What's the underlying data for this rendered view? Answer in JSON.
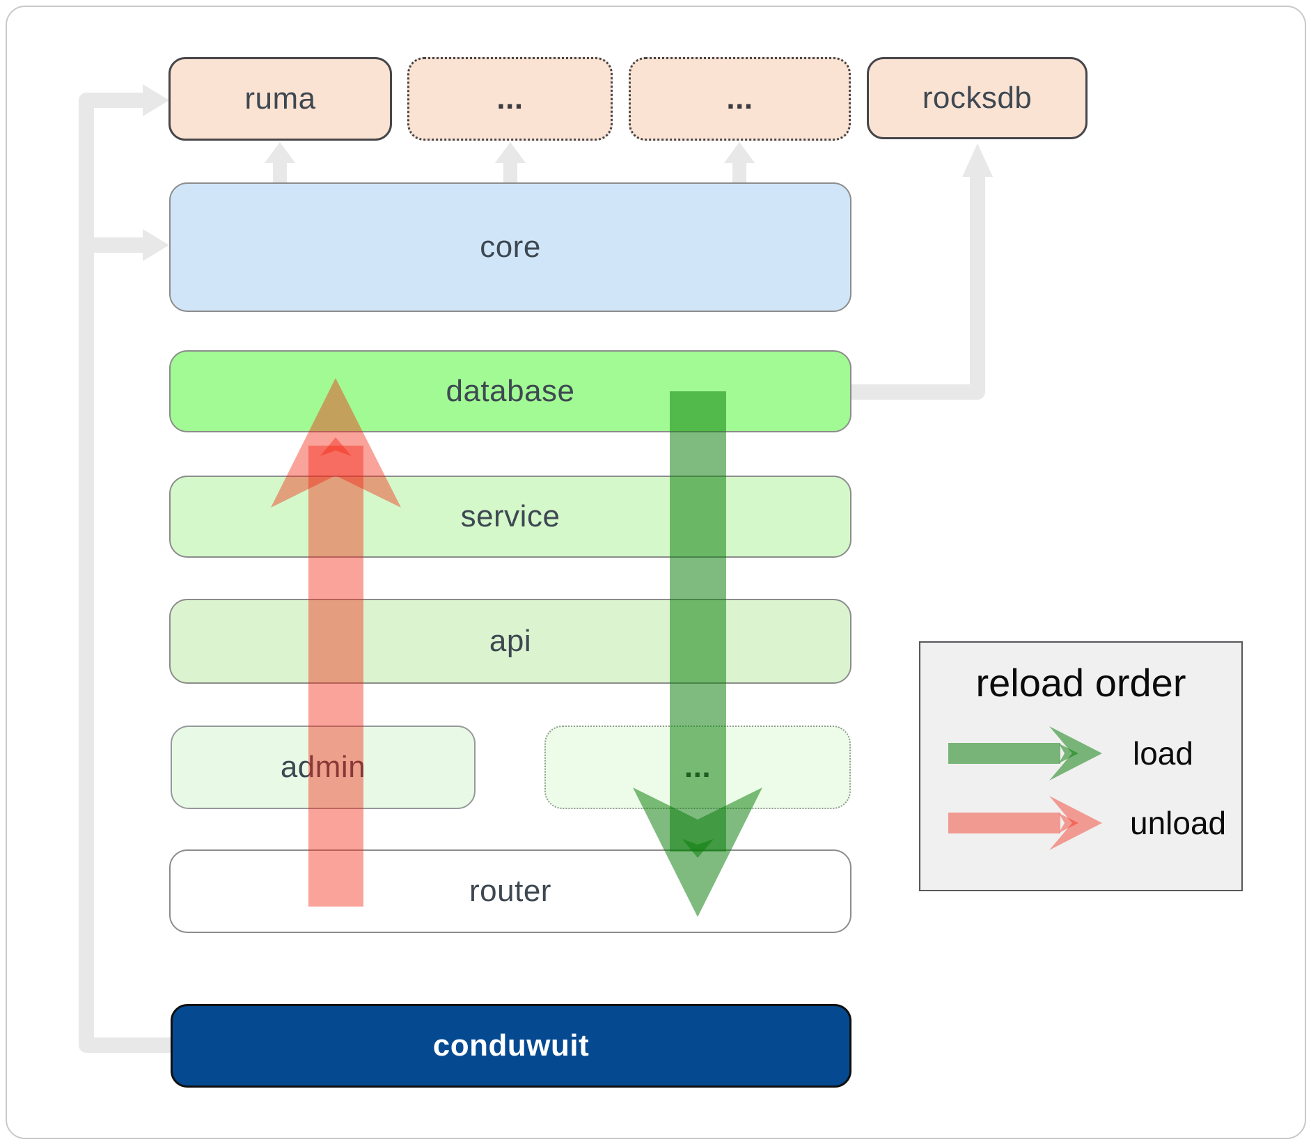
{
  "diagram_type": "architecture-diagram",
  "nodes": {
    "ruma": {
      "label": "ruma",
      "kind": "external-crate",
      "border": "solid"
    },
    "ellipsis_top_1": {
      "label": "...",
      "kind": "external-crate",
      "border": "dotted"
    },
    "ellipsis_top_2": {
      "label": "...",
      "kind": "external-crate",
      "border": "dotted"
    },
    "rocksdb": {
      "label": "rocksdb",
      "kind": "external-crate",
      "border": "solid"
    },
    "core": {
      "label": "core"
    },
    "database": {
      "label": "database"
    },
    "service": {
      "label": "service"
    },
    "api": {
      "label": "api"
    },
    "admin": {
      "label": "admin"
    },
    "ellipsis_bottom": {
      "label": "...",
      "border": "dotted"
    },
    "router": {
      "label": "router"
    },
    "conduwuit": {
      "label": "conduwuit"
    }
  },
  "edges": [
    {
      "from": "conduwuit",
      "to": "ruma",
      "style": "gray-arrow"
    },
    {
      "from": "conduwuit",
      "to": "core",
      "style": "gray-arrow"
    },
    {
      "from": "core",
      "to": "ruma",
      "style": "gray-arrow"
    },
    {
      "from": "core",
      "to": "ellipsis_top_1",
      "style": "gray-arrow"
    },
    {
      "from": "core",
      "to": "ellipsis_top_2",
      "style": "gray-arrow"
    },
    {
      "from": "database",
      "to": "rocksdb",
      "style": "gray-arrow"
    },
    {
      "from": "database",
      "to": "router",
      "direction": "down",
      "style": "load-green-arrow"
    },
    {
      "from": "router",
      "to": "database",
      "direction": "up",
      "style": "unload-red-arrow"
    }
  ],
  "legend": {
    "title": "reload order",
    "items": [
      {
        "label": "load",
        "color": "#0a7d0a"
      },
      {
        "label": "unload",
        "color": "#f32310"
      }
    ]
  },
  "colors": {
    "conduwuit_blue": "#054a91",
    "core_blue": "#d0e6f8",
    "database_green": "#a1fa93",
    "service_green": "#d4f8ca",
    "api_green": "#dbf4cf",
    "peach": "#fbe3d3",
    "load_green": "#0a7d0a",
    "unload_red": "#f32310",
    "connector_gray": "#e8e8e8",
    "label_text": "#3e4852"
  }
}
